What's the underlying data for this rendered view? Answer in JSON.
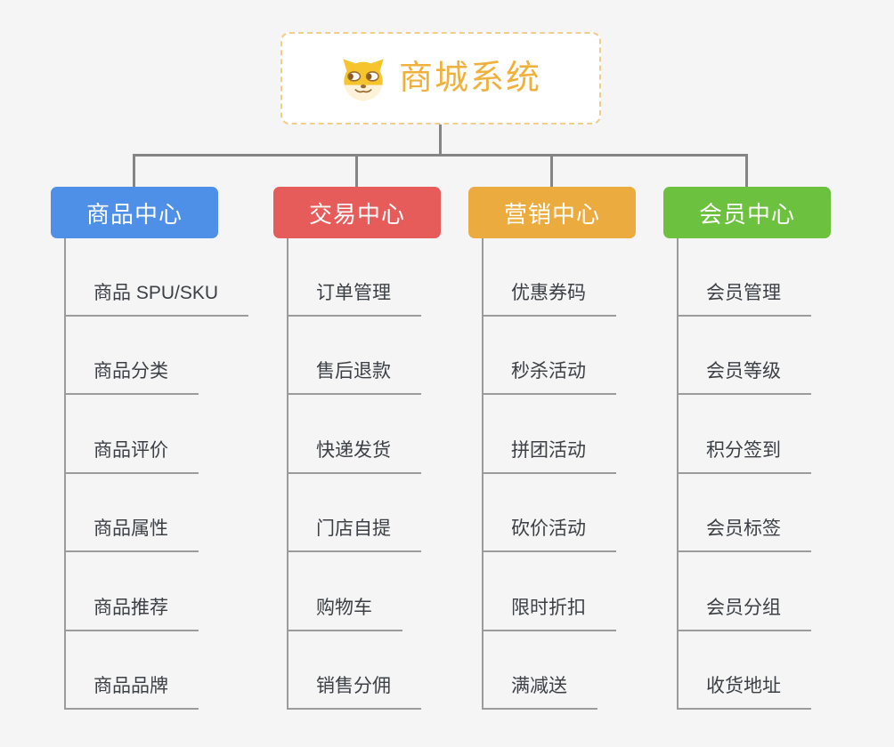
{
  "root": {
    "title": "商城系统",
    "icon": "doge-icon"
  },
  "colors": {
    "background": "#f5f5f5",
    "root_text": "#efb13c",
    "root_border": "#f3cd8d",
    "connector": "#858585",
    "leaf_line": "#9b9b9b",
    "leaf_text": "#3c4045",
    "branch_product": "#4e8fe8",
    "branch_trade": "#e65c5b",
    "branch_marketing": "#ecab3e",
    "branch_member": "#6cc13f"
  },
  "columns": [
    {
      "label": "商品中心",
      "color": "#4e8fe8",
      "items": [
        "商品 SPU/SKU",
        "商品分类",
        "商品评价",
        "商品属性",
        "商品推荐",
        "商品品牌"
      ]
    },
    {
      "label": "交易中心",
      "color": "#e65c5b",
      "items": [
        "订单管理",
        "售后退款",
        "快递发货",
        "门店自提",
        "购物车",
        "销售分佣"
      ]
    },
    {
      "label": "营销中心",
      "color": "#ecab3e",
      "items": [
        "优惠券码",
        "秒杀活动",
        "拼团活动",
        "砍价活动",
        "限时折扣",
        "满减送"
      ]
    },
    {
      "label": "会员中心",
      "color": "#6cc13f",
      "items": [
        "会员管理",
        "会员等级",
        "积分签到",
        "会员标签",
        "会员分组",
        "收货地址"
      ]
    }
  ]
}
